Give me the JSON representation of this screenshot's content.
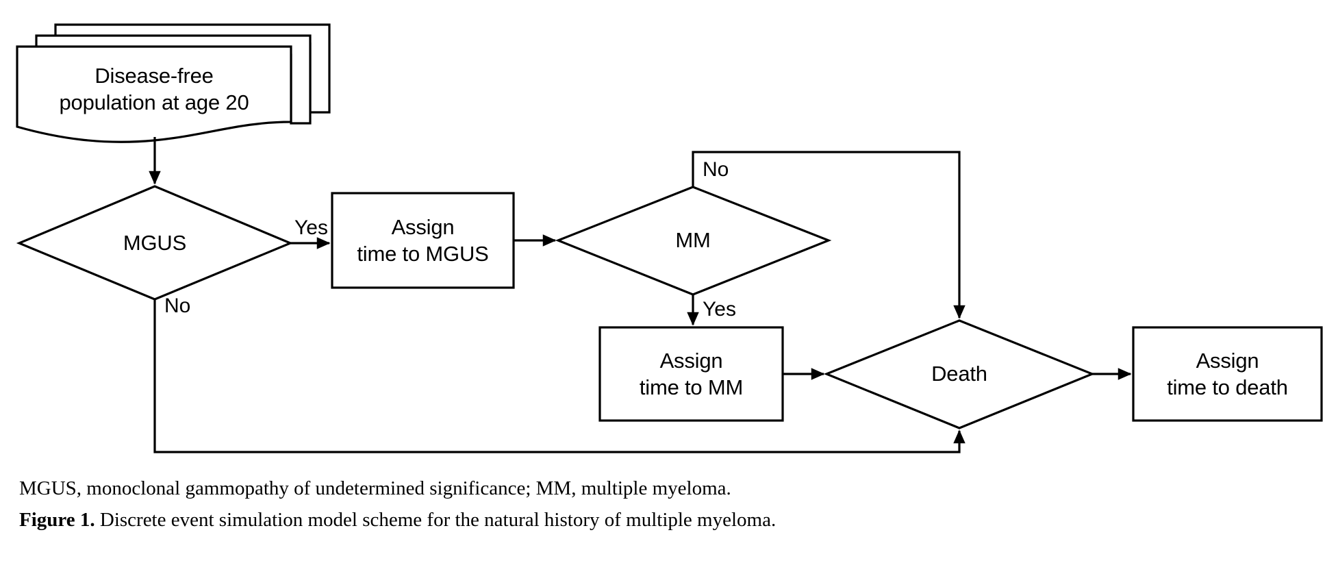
{
  "figure": {
    "type": "flowchart",
    "nodes": [
      {
        "id": "start",
        "shape": "multi-document",
        "label": "Disease-free\npopulation at age 20"
      },
      {
        "id": "mgus-decision",
        "shape": "diamond",
        "label": "MGUS"
      },
      {
        "id": "assign-mgus",
        "shape": "process",
        "label": "Assign\ntime to MGUS"
      },
      {
        "id": "mm-decision",
        "shape": "diamond",
        "label": "MM"
      },
      {
        "id": "assign-mm",
        "shape": "process",
        "label": "Assign\ntime to MM"
      },
      {
        "id": "death-decision",
        "shape": "diamond",
        "label": "Death"
      },
      {
        "id": "assign-death",
        "shape": "process",
        "label": "Assign\ntime to death"
      }
    ],
    "edges": [
      {
        "from": "start",
        "to": "mgus-decision",
        "label": ""
      },
      {
        "from": "mgus-decision",
        "to": "assign-mgus",
        "label": "Yes"
      },
      {
        "from": "mgus-decision",
        "to": "death-decision",
        "label": "No"
      },
      {
        "from": "assign-mgus",
        "to": "mm-decision",
        "label": ""
      },
      {
        "from": "mm-decision",
        "to": "assign-mm",
        "label": "Yes"
      },
      {
        "from": "mm-decision",
        "to": "death-decision",
        "label": "No"
      },
      {
        "from": "assign-mm",
        "to": "death-decision",
        "label": ""
      },
      {
        "from": "death-decision",
        "to": "assign-death",
        "label": ""
      }
    ],
    "edge_labels": {
      "mgus_yes": "Yes",
      "mgus_no": "No",
      "mm_no": "No",
      "mm_yes": "Yes"
    },
    "colors": {
      "stroke": "#000000",
      "fill": "#ffffff",
      "text": "#000000"
    }
  },
  "caption": {
    "abbreviations": "MGUS, monoclonal gammopathy of undetermined significance; MM, multiple myeloma.",
    "figure_number": "Figure 1.",
    "figure_title": " Discrete event simulation model scheme for the natural history of multiple myeloma."
  }
}
